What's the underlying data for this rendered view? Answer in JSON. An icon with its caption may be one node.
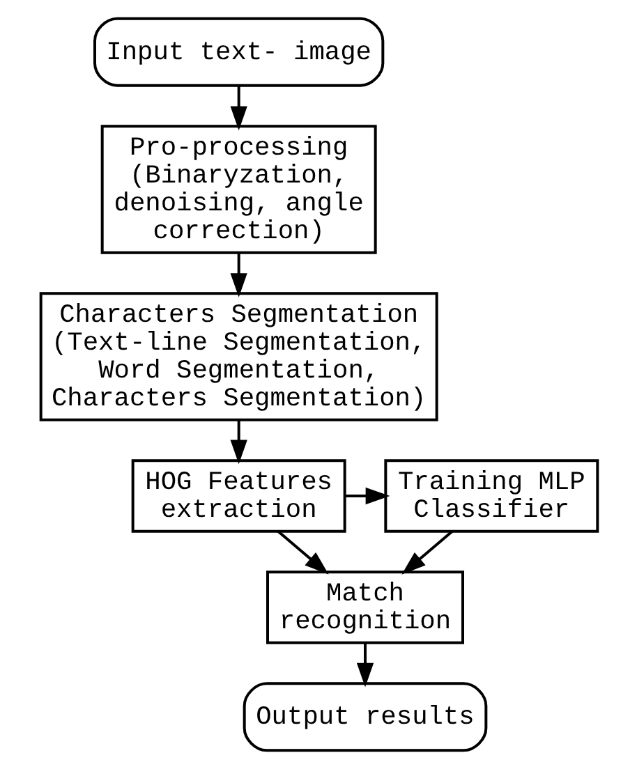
{
  "diagram": {
    "nodes": [
      {
        "text": [
          "Input text- image"
        ]
      },
      {
        "text": [
          "Pro-processing",
          "(Binaryzation, denoising, angle correction)"
        ]
      },
      {
        "text": [
          "Characters Segmentation",
          "(Text-line Segmentation, Word Segmentation, Characters Segmentation)"
        ]
      },
      {
        "text": [
          "HOG Features extraction"
        ]
      },
      {
        "text": [
          "Training MLP Classifier"
        ]
      },
      {
        "text": [
          "Match recognition"
        ]
      },
      {
        "text": [
          "Output results"
        ]
      }
    ],
    "edges": [
      {
        "from": 0,
        "to": 1,
        "arrow": "to"
      },
      {
        "from": 1,
        "to": 2,
        "arrow": "to"
      },
      {
        "from": 2,
        "to": 3,
        "arrow": "to"
      },
      {
        "from": 3,
        "to": 4,
        "arrow": "to"
      },
      {
        "from": 3,
        "to": 5,
        "arrow": "to"
      },
      {
        "from": 4,
        "to": 5,
        "arrow": "to"
      },
      {
        "from": 5,
        "to": 6,
        "arrow": "to"
      }
    ]
  }
}
